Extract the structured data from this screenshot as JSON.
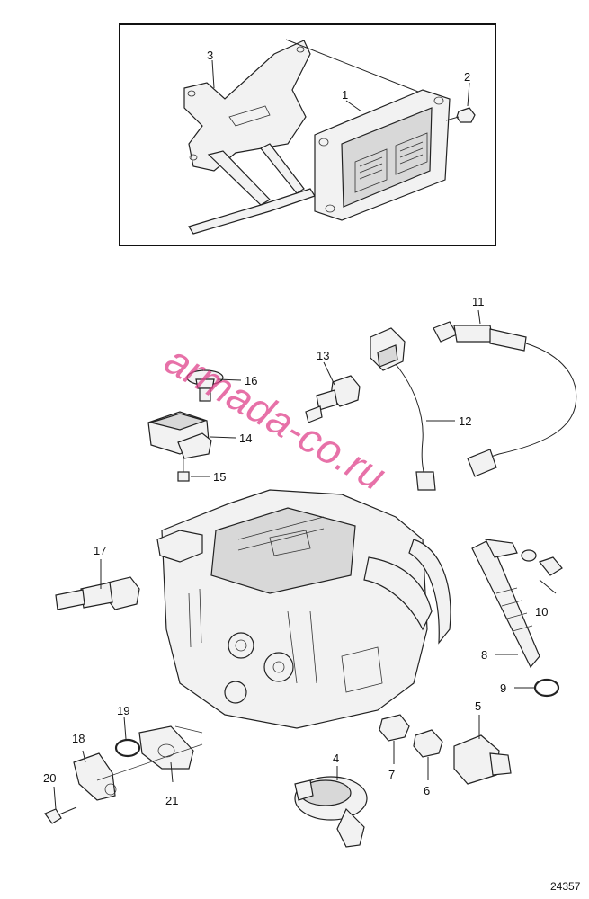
{
  "callouts": {
    "n1": "1",
    "n2": "2",
    "n3": "3",
    "n4": "4",
    "n5": "5",
    "n6": "6",
    "n7": "7",
    "n8": "8",
    "n9": "9",
    "n10": "10",
    "n11": "11",
    "n12": "12",
    "n13": "13",
    "n14": "14",
    "n15": "15",
    "n16": "16",
    "n17": "17",
    "n18": "18",
    "n19": "19",
    "n20": "20",
    "n21": "21"
  },
  "doc_id": "24357",
  "watermark": "armada-co.ru",
  "colors": {
    "line": "#222222",
    "part_fill": "#f2f2f2",
    "watermark": "#e0428c"
  }
}
